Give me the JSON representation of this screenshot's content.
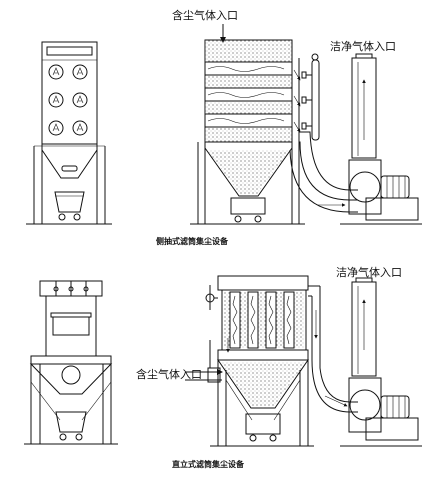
{
  "labels": {
    "top_dusty_inlet": "含尘气体入口",
    "top_clean_inlet": "洁净气体入口",
    "top_caption": "侧抽式滤筒集尘设备",
    "bottom_clean_inlet": "洁净气体入口",
    "bottom_dusty_inlet": "含尘气体入口",
    "bottom_caption": "直立式滤筒集尘设备"
  }
}
